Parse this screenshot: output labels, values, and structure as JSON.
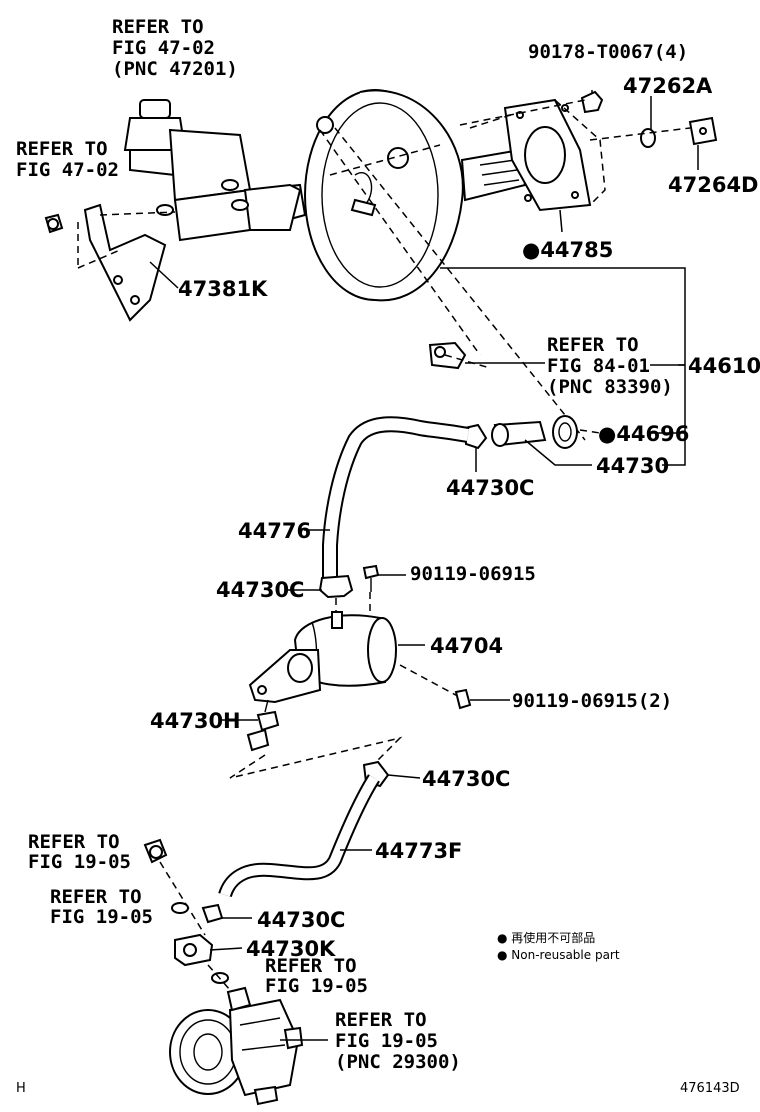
{
  "diagram": {
    "refs": {
      "ref_47_02_pnc": [
        "REFER TO",
        "FIG 47-02",
        "(PNC 47201)"
      ],
      "ref_47_02": [
        "REFER TO",
        "FIG 47-02"
      ],
      "ref_84_01": [
        "REFER TO",
        "FIG 84-01",
        "(PNC 83390)"
      ],
      "ref_19_05_a": [
        "REFER TO",
        "FIG 19-05"
      ],
      "ref_19_05_b": [
        "REFER TO",
        "FIG 19-05"
      ],
      "ref_19_05_c": [
        "REFER TO",
        "FIG 19-05"
      ],
      "ref_19_05_pnc": [
        "REFER TO",
        "FIG 19-05",
        "(PNC 29300)"
      ]
    },
    "parts": {
      "p_90178": "90178-T0067(4)",
      "p_47262A": "47262A",
      "p_47264D": "47264D",
      "p_44785": "●44785",
      "p_47381K": "47381K",
      "p_44610": "44610",
      "p_44696": "●44696",
      "p_44730": "44730",
      "p_44730C_a": "44730C",
      "p_44776": "44776",
      "p_90119": "90119-06915",
      "p_44730C_b": "44730C",
      "p_44704": "44704",
      "p_90119_2": "90119-06915(2)",
      "p_44730H": "44730H",
      "p_44730C_c": "44730C",
      "p_44773F": "44773F",
      "p_44730C_d": "44730C",
      "p_44730K": "44730K"
    },
    "legend": {
      "line1": "● 再使用不可部品",
      "line2": "● Non-reusable part"
    },
    "corner_left": "H",
    "corner_right": "476143D"
  }
}
